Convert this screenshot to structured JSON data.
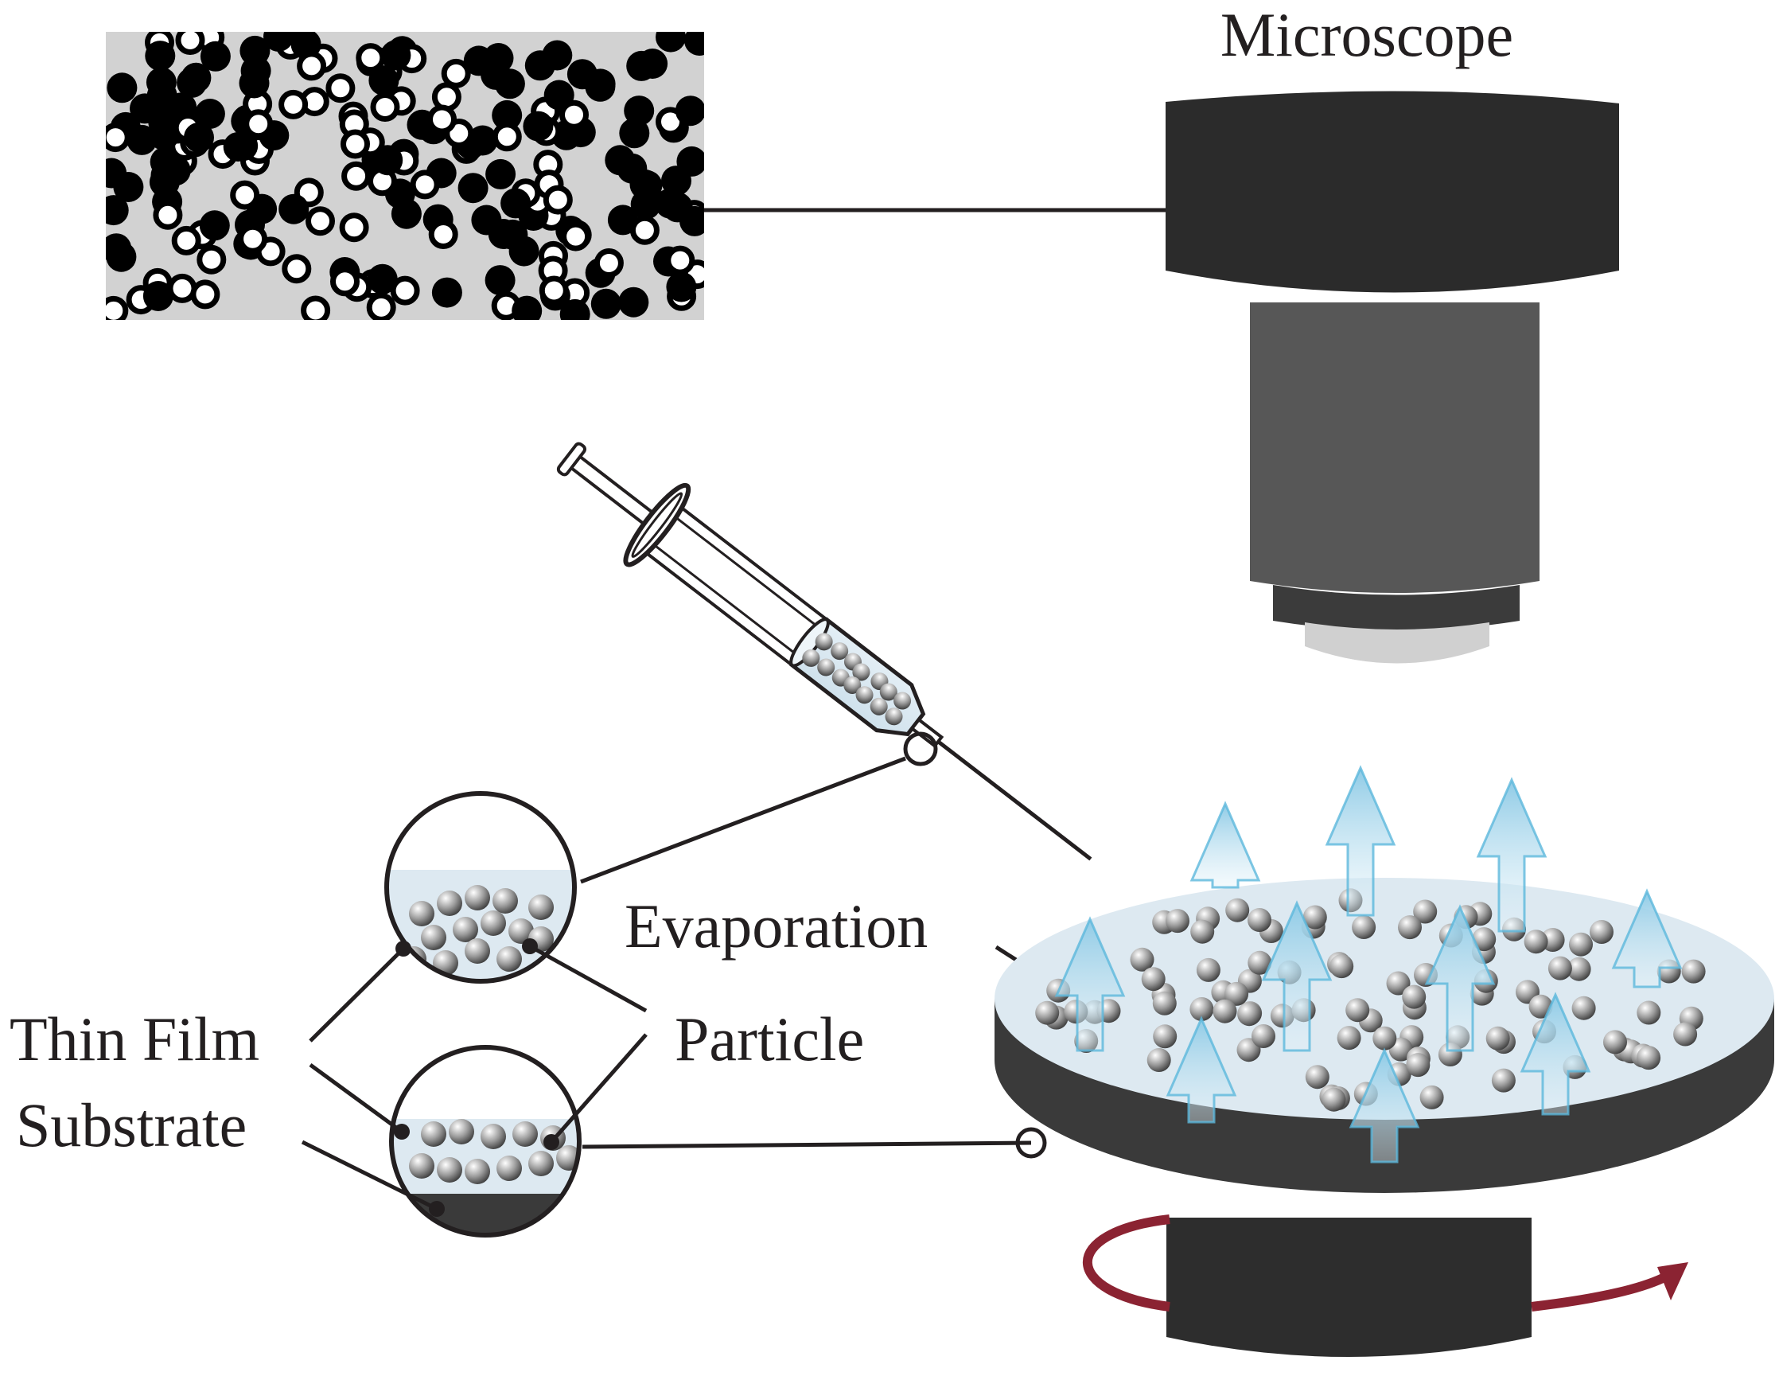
{
  "labels": {
    "microscope": "Microscope",
    "evaporation": "Evaporation",
    "thin_film": "Thin Film",
    "substrate": "Substrate",
    "particle": "Particle"
  },
  "colors": {
    "ink": "#231f20",
    "microscope_head": "#2b2b2b",
    "microscope_body": "#575757",
    "lens_ring": "#3b3b3b",
    "lens_glass": "#d0d0d0",
    "film_fill": "#dde9f1",
    "arrow_fill": "#a9d6ea",
    "arrow_stroke": "#5db8dc",
    "stage_dark": "#2d2d2d",
    "rotation_arrow": "#8b2332",
    "sample_bg": "#d2d2d2"
  },
  "icons": {
    "sample": "particle-sample-image",
    "microscope": "microscope-icon",
    "syringe": "syringe-icon",
    "spin_coater": "spin-coater-icon",
    "rotation": "rotation-arrow-icon"
  }
}
